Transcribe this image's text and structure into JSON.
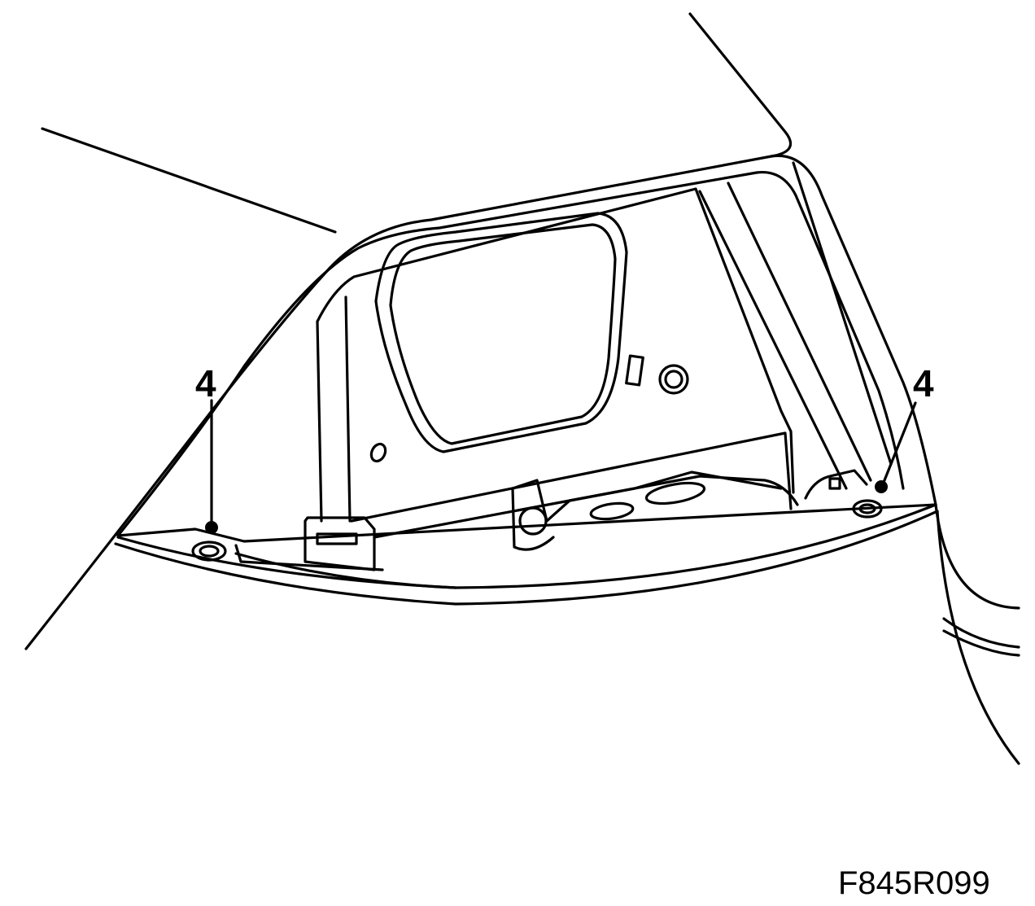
{
  "callouts": [
    {
      "label": "4"
    },
    {
      "label": "4"
    }
  ],
  "figure_code": "F845R099",
  "colors": {
    "line": "#000000",
    "background": "#ffffff"
  }
}
